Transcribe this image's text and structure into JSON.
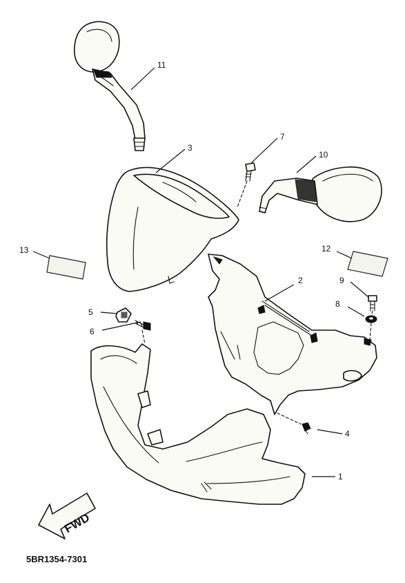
{
  "callouts": [
    {
      "id": "1",
      "label": "1"
    },
    {
      "id": "2",
      "label": "2"
    },
    {
      "id": "3",
      "label": "3"
    },
    {
      "id": "4",
      "label": "4"
    },
    {
      "id": "5",
      "label": "5"
    },
    {
      "id": "6",
      "label": "6"
    },
    {
      "id": "7",
      "label": "7"
    },
    {
      "id": "8",
      "label": "8"
    },
    {
      "id": "9",
      "label": "9"
    },
    {
      "id": "10",
      "label": "10"
    },
    {
      "id": "11",
      "label": "11"
    },
    {
      "id": "12",
      "label": "12"
    },
    {
      "id": "13",
      "label": "13"
    }
  ],
  "direction_marker": {
    "text": "FWD"
  },
  "catalog_number": "5BR1354-7301"
}
